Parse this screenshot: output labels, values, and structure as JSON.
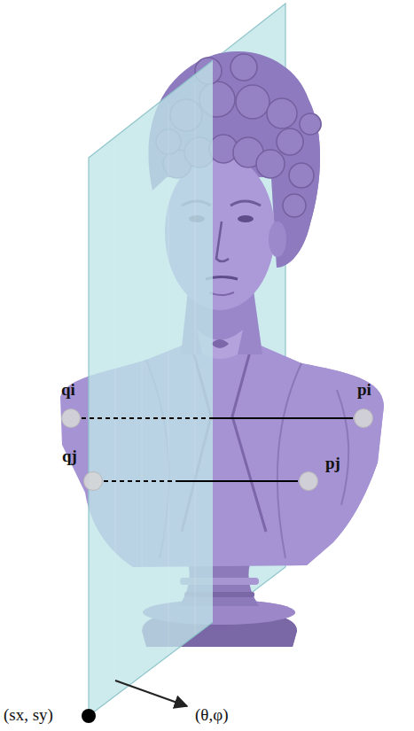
{
  "diagram": {
    "nodes": [
      {
        "text": [
          "qi"
        ]
      },
      {
        "text": [
          "pi"
        ]
      },
      {
        "text": [
          "qj"
        ]
      },
      {
        "text": [
          "pj"
        ]
      }
    ],
    "edges": [
      {
        "from": 0,
        "to": 1,
        "arrow": "none"
      },
      {
        "from": 2,
        "to": 3,
        "arrow": "none"
      }
    ],
    "labels": [
      "(sx, sy)",
      "(θ,φ)"
    ]
  }
}
